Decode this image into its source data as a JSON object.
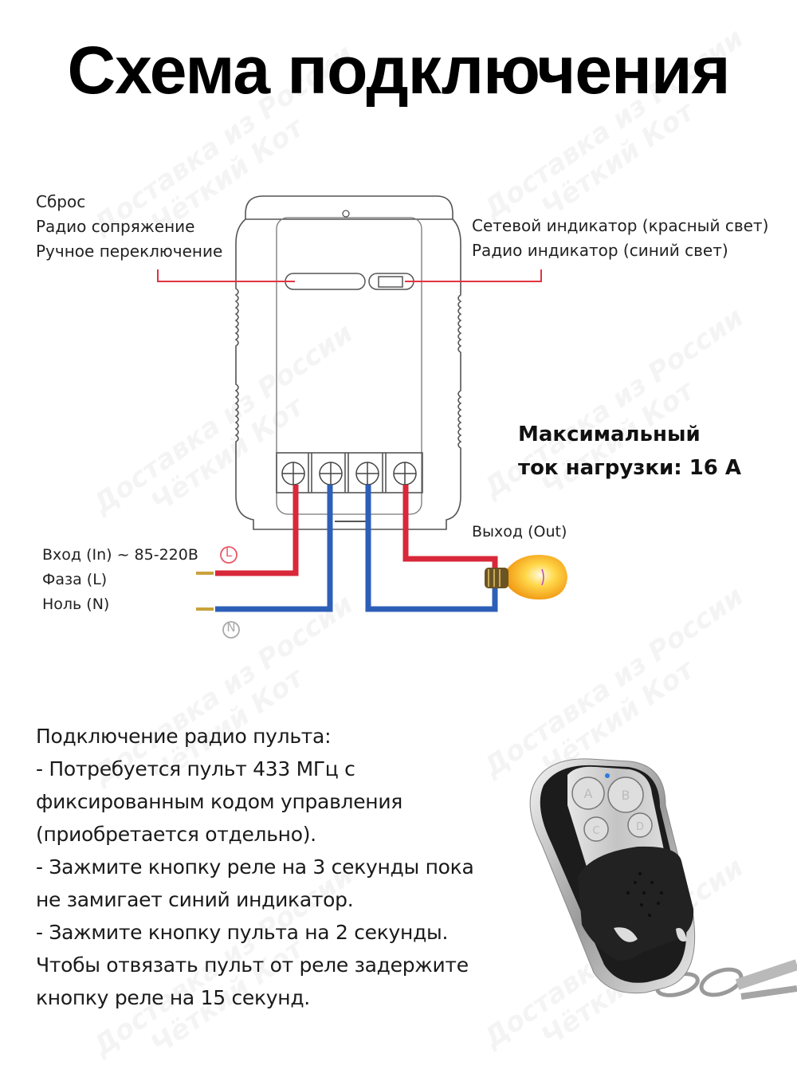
{
  "title": "Схема подключения",
  "relay": {
    "left_labels": [
      "Сброс",
      "Радио сопряжение",
      "Ручное переключение"
    ],
    "right_labels": [
      "Сетевой индикатор (красный свет)",
      "Радио индикатор (синий свет)"
    ]
  },
  "max_load": {
    "line1": "Максимальный",
    "line2": "ток нагрузки: 16 А"
  },
  "input": {
    "voltage_label": "Вход (In) ~ 85-220В",
    "phase_label": "Фаза (L)",
    "neutral_label": "Ноль (N)",
    "phase_marker": "L",
    "neutral_marker": "N"
  },
  "output": {
    "label": "Выход (Out)"
  },
  "colors": {
    "phase_wire": "#d8283a",
    "neutral_wire": "#2d5fb8",
    "pointer_line": "#e23340",
    "outline": "#555555",
    "wire_tip": "#c9a23a"
  },
  "instructions": {
    "heading": "Подключение радио пульта:",
    "lines": [
      "- Потребуется пульт 433 МГц с",
      "фиксированным кодом управления",
      "(приобретается отдельно).",
      "- Зажмите кнопку реле на 3 секунды пока",
      "не замигает синий индикатор.",
      "- Зажмите кнопку пульта на 2 секунды.",
      "Чтобы отвязать пульт от реле задержите",
      "кнопку реле на 15 секунд."
    ]
  },
  "remote": {
    "buttons": [
      "A",
      "B",
      "C",
      "D"
    ]
  },
  "watermark": {
    "line1": "Доставка из России",
    "line2": "Чёткий Кот"
  }
}
